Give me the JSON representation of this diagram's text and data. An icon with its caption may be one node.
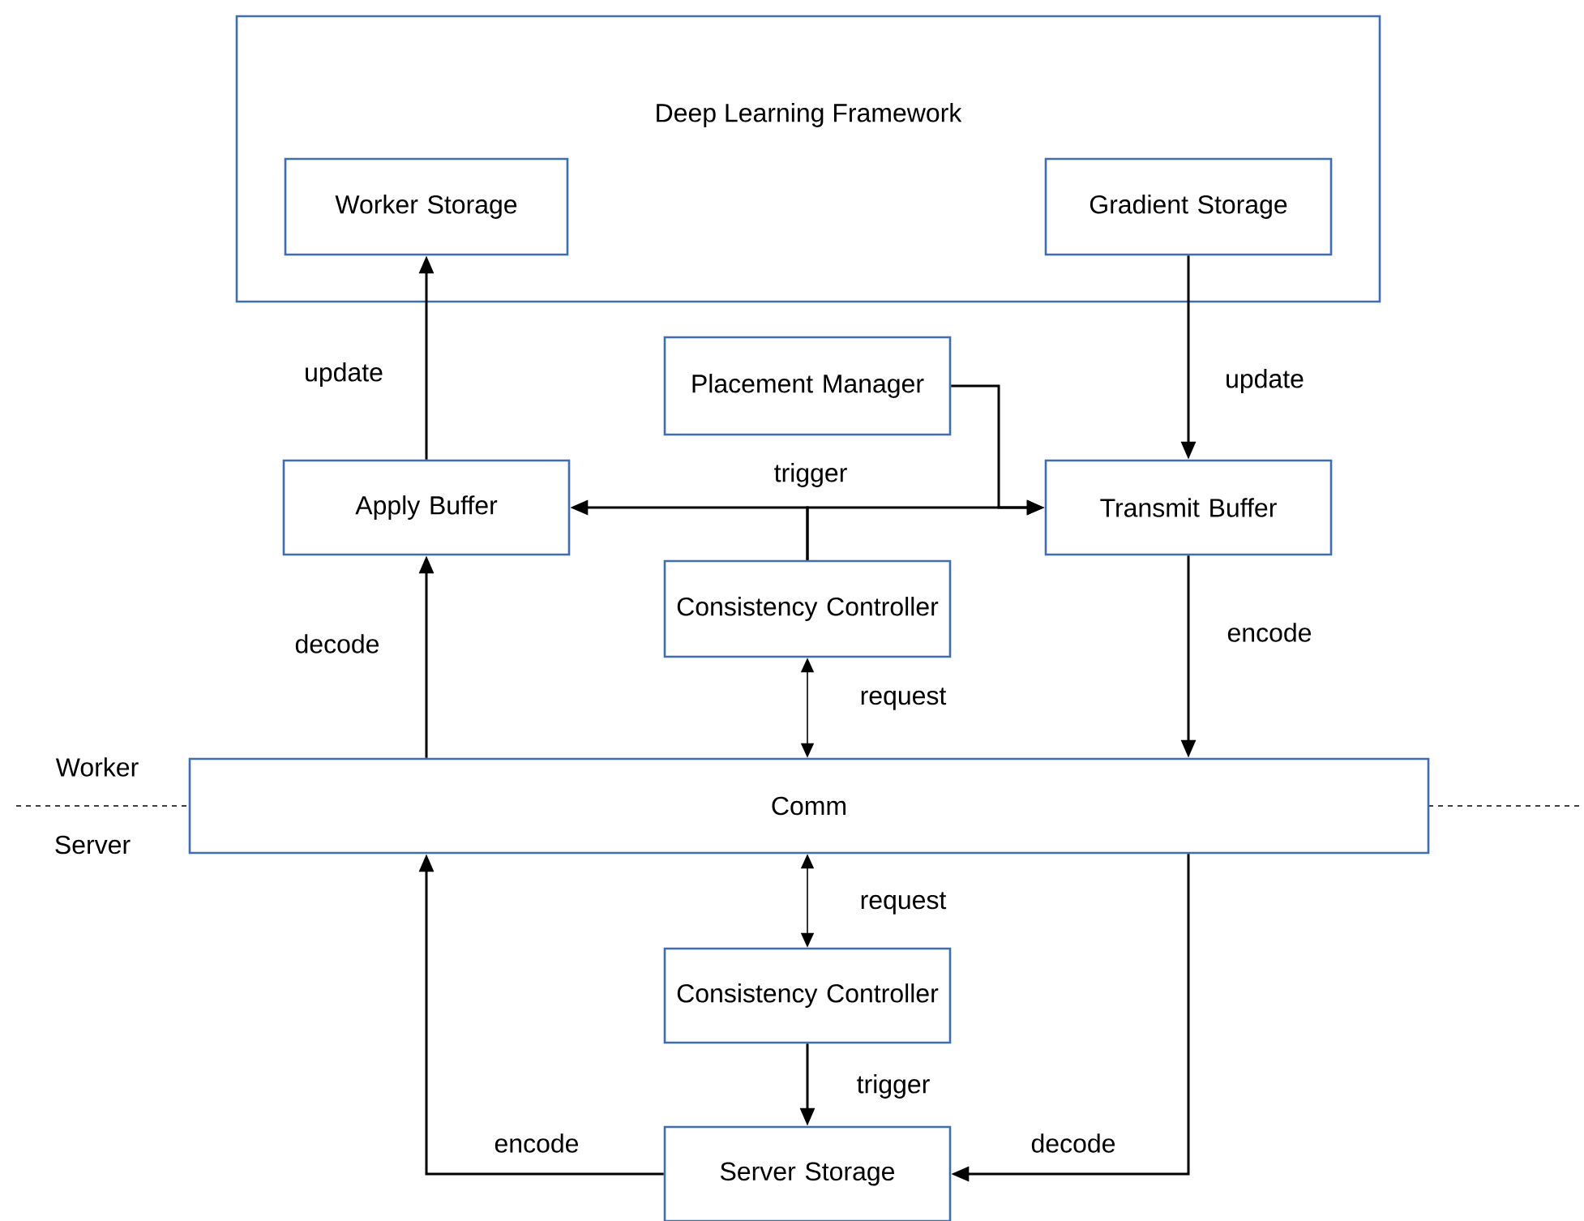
{
  "diagram": {
    "nodes": [
      {
        "text": [
          "Deep Learning Framework"
        ]
      },
      {
        "text": [
          "Worker Storage"
        ],
        "in": 0
      },
      {
        "text": [
          "Gradient Storage"
        ],
        "in": 0
      },
      {
        "text": [
          "Placement Manager"
        ]
      },
      {
        "text": [
          "Apply Buffer"
        ]
      },
      {
        "text": [
          "Transmit Buffer"
        ]
      },
      {
        "text": [
          "Consistency Controller"
        ]
      },
      {
        "text": [
          "Comm"
        ]
      },
      {
        "text": [
          "Consistency Controller"
        ]
      },
      {
        "text": [
          "Server Storage"
        ]
      }
    ],
    "edges": [
      {
        "from": 4,
        "to": 1,
        "arrow": "to",
        "label": "update"
      },
      {
        "from": 2,
        "to": 5,
        "arrow": "to",
        "label": "update"
      },
      {
        "from": 6,
        "to": 4,
        "arrow": "to",
        "label": "trigger"
      },
      {
        "from": 6,
        "to": 5,
        "arrow": "to"
      },
      {
        "from": 3,
        "to": 5,
        "arrow": "to"
      },
      {
        "from": 7,
        "to": 4,
        "arrow": "to",
        "label": "decode"
      },
      {
        "from": 5,
        "to": 7,
        "arrow": "to",
        "label": "encode"
      },
      {
        "from": 6,
        "to": 7,
        "arrow": "both",
        "label": "request"
      },
      {
        "from": 7,
        "to": 8,
        "arrow": "both",
        "label": "request"
      },
      {
        "from": 8,
        "to": 9,
        "arrow": "to",
        "label": "trigger"
      },
      {
        "from": 9,
        "to": 7,
        "arrow": "to",
        "label": "encode"
      },
      {
        "from": 7,
        "to": 9,
        "arrow": "to",
        "label": "decode"
      }
    ],
    "labels": [
      "Worker",
      "Server"
    ]
  }
}
